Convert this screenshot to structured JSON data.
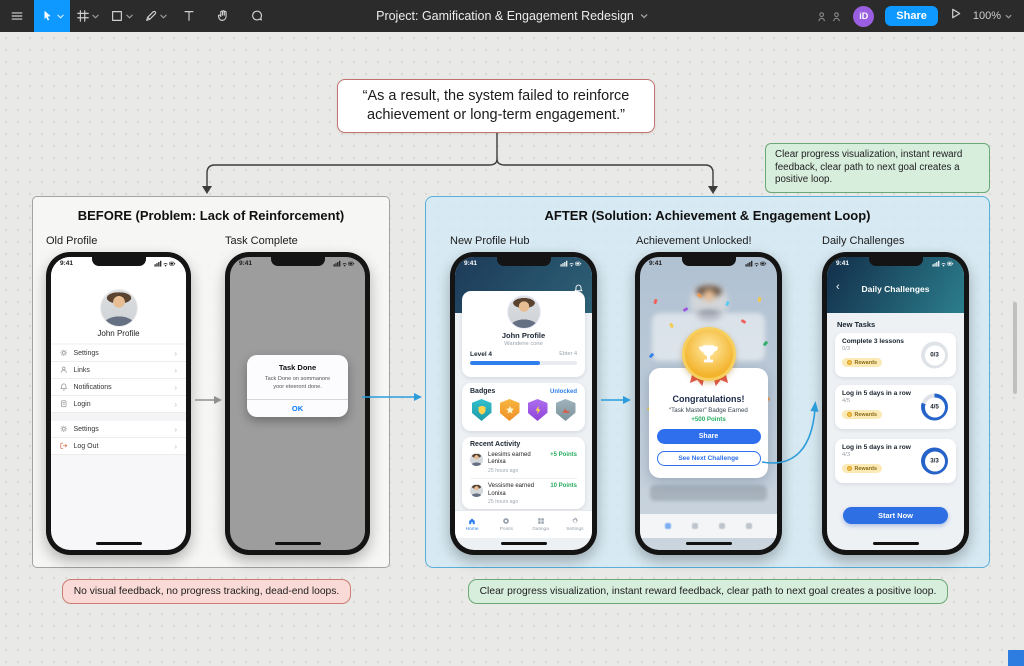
{
  "toolbar": {
    "title": "Project: Gamification & Engagement Redesign",
    "share_label": "Share",
    "zoom_level": "100%",
    "avatar_initials": "iD"
  },
  "colors": {
    "accent_blue": "#0d99ff",
    "after_panel_border": "#58b0d8",
    "success_green": "#27ae60",
    "note_green_bg": "#d8eedd",
    "note_red_bg": "#f9dad6",
    "phone_cta_blue": "#2f6fed"
  },
  "icons": [
    "menu-icon",
    "move-tool-icon",
    "frame-tool-icon",
    "shape-tool-icon",
    "pen-tool-icon",
    "text-tool-icon",
    "hand-tool-icon",
    "comment-tool-icon",
    "collaborators-icon",
    "play-icon",
    "chevron-down-icon",
    "gear-icon",
    "user-icon",
    "bell-icon",
    "doc-icon",
    "logout-icon",
    "home-icon",
    "coin-icon",
    "grid-icon",
    "shield-icon",
    "star-icon",
    "bolt-icon",
    "trophy-icon",
    "back-chevron-icon"
  ],
  "quote_callout": {
    "line1": "“As a result, the system failed to reinforce",
    "line2": "achievement or long-term engagement.”"
  },
  "notes": {
    "top_right": "Clear progress visualization, instant reward feedback, clear path to next goal creates a positive loop.",
    "bottom_left": "No visual feedback, no progress tracking, dead-end loops.",
    "bottom_right": "Clear progress visualization, instant reward feedback, clear path to next goal creates a positive loop."
  },
  "before": {
    "title": "BEFORE (Problem: Lack of Reinforcement)",
    "labels": {
      "phone1": "Old Profile",
      "phone2": "Task Complete"
    },
    "old_profile": {
      "time": "9:41",
      "name": "John Profile",
      "menu1": [
        "Settings",
        "Links",
        "Notifications",
        "Login"
      ],
      "menu2": [
        "Settings",
        "Log Out"
      ]
    },
    "task_complete": {
      "time": "9:41",
      "dialog": {
        "title": "Task Done",
        "body": "Tack Done on sommanore yoor eteeront done.",
        "ok": "OK"
      }
    }
  },
  "after": {
    "title": "AFTER (Solution: Achievement & Engagement Loop)",
    "labels": {
      "phone3": "New Profile Hub",
      "phone4": "Achievement Unlocked!",
      "phone5": "Daily Challenges"
    },
    "profile_hub": {
      "time": "9:41",
      "name": "John Profile",
      "subtitle": "Wanderie cone",
      "level": "Level 4",
      "level_right": "Ebter 4",
      "level_progress_pct": 65,
      "badges_title": "Badges",
      "badges_status": "Unlocked",
      "recent_title": "Recent Activity",
      "activities": [
        {
          "text": "Leesims earned Lenixa",
          "time": "25 hours ago",
          "points": "+5 Points"
        },
        {
          "text": "Vessisme earned Lonixa",
          "time": "25 hours ago",
          "points": "10 Points"
        }
      ],
      "tabs": [
        "Home",
        "Points",
        "Datinga",
        "Settings"
      ]
    },
    "achievement": {
      "time": "9:41",
      "congrats": "Congratulations!",
      "badge_line": "“Task Master” Badge Earned",
      "points": "+500 Points",
      "share": "Share",
      "next": "See Next Challenge"
    },
    "daily": {
      "time": "9:41",
      "header": "Daily Challenges",
      "section": "New Tasks",
      "tasks": [
        {
          "title": "Complete 3 lessons",
          "sub": "0/3",
          "rewards": "Rewards",
          "ring": "0/3",
          "pct": 0
        },
        {
          "title": "Log in 5 days in a row",
          "sub": "4/5",
          "rewards": "Rewards",
          "ring": "4/5",
          "pct": 80
        },
        {
          "title": "Log in 5 days in a row",
          "sub": "4/3",
          "rewards": "Rewards",
          "ring": "3/3",
          "pct": 100
        }
      ],
      "cta": "Start Now"
    }
  }
}
